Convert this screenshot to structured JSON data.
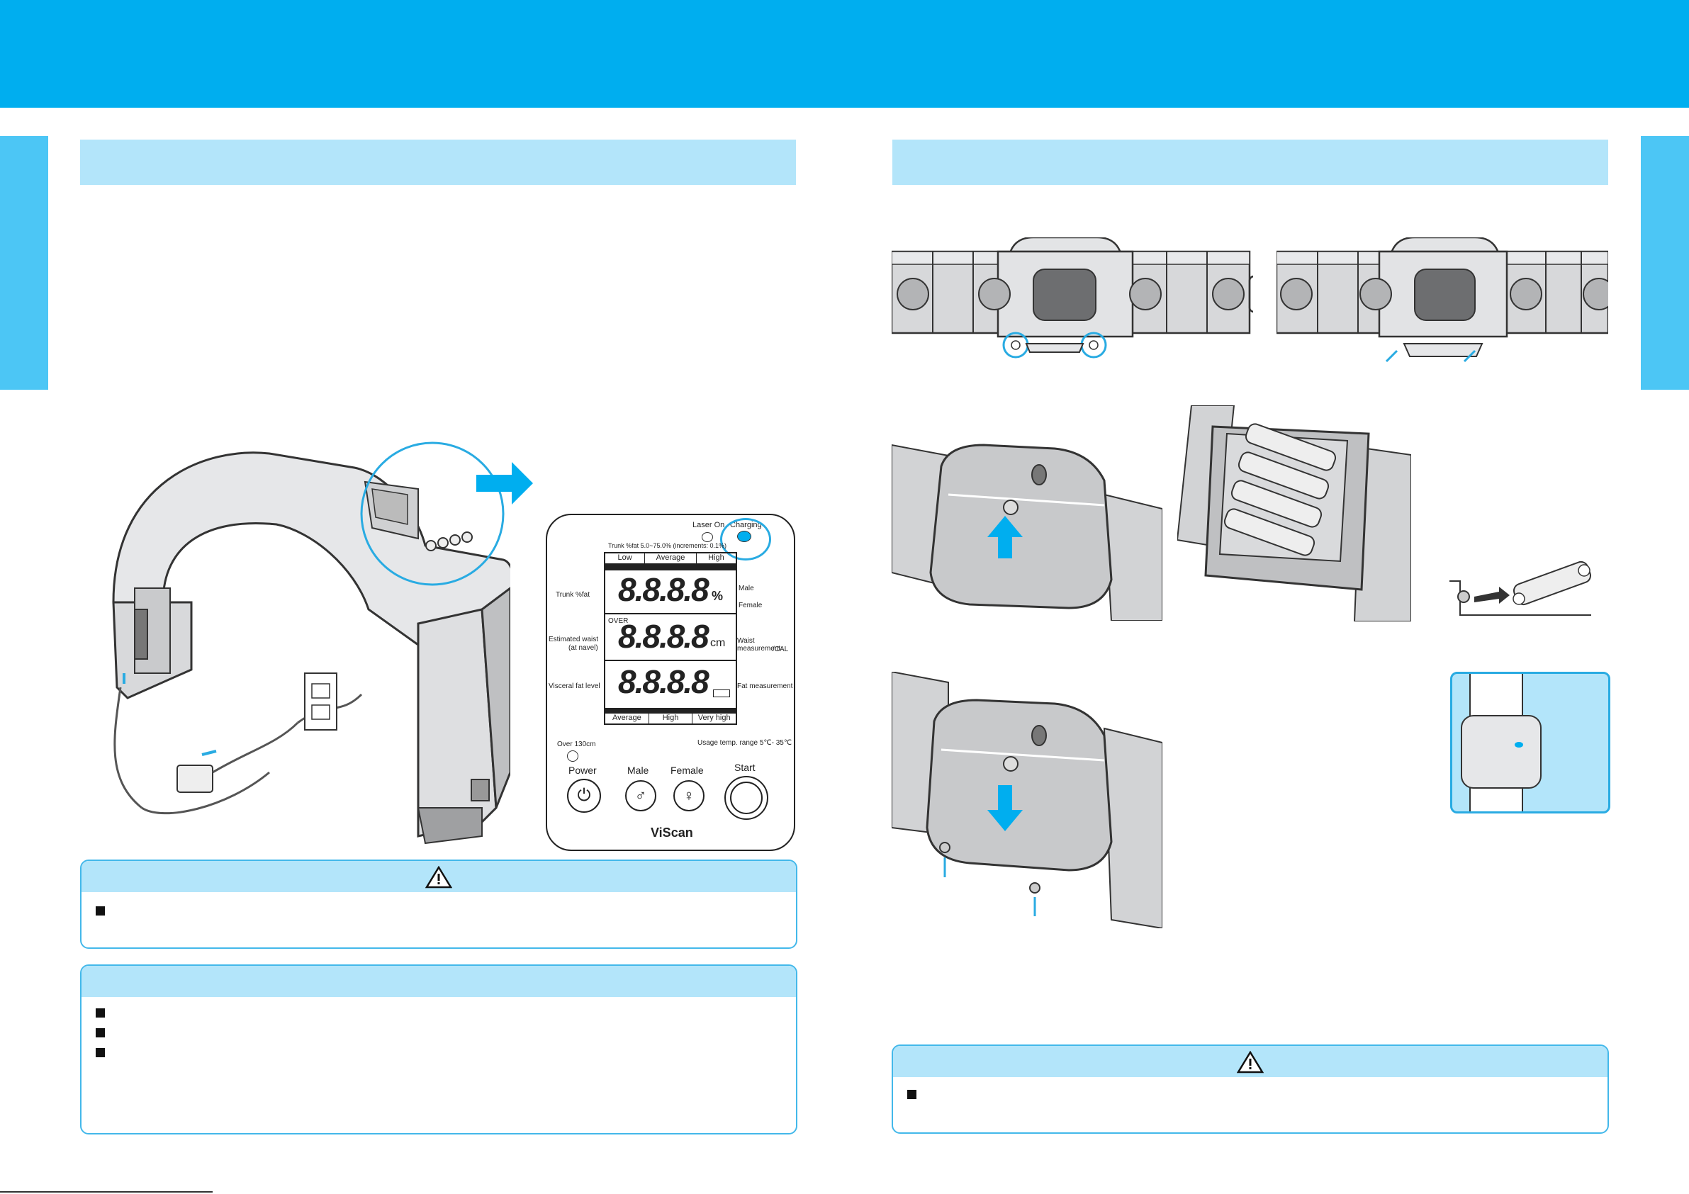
{
  "panel": {
    "laser_on": "Laser On",
    "charging": "Charging",
    "range_note": "Trunk %fat 5.0~75.0% (increments: 0.1%)",
    "top_scale": [
      "Low",
      "Average",
      "High"
    ],
    "bottom_scale": [
      "Average",
      "High",
      "Very high"
    ],
    "left_labels": [
      "Trunk %fat",
      "Estimated waist",
      "(at navel)",
      "Visceral fat level"
    ],
    "right_labels": [
      "Male",
      "Female",
      "Waist measurement",
      "/CAL",
      "Fat measurement"
    ],
    "digits": [
      "8.8.8.8",
      "8.8.8.8",
      "8.8.8.8"
    ],
    "units": [
      "%",
      "cm"
    ],
    "over_indicator": "OVER",
    "over_130": "Over 130cm",
    "usage_temp": "Usage temp. range 5℃- 35℃",
    "buttons": [
      "Power",
      "Male",
      "Female",
      "Start"
    ],
    "brand": "ViScan"
  },
  "colors": {
    "brand_blue": "#00aeef",
    "light_blue": "#b3e5fa",
    "tab_blue": "#4cc6f5"
  },
  "icons": [
    "warning-icon",
    "power-icon",
    "male-icon",
    "female-icon",
    "arrow-right-icon",
    "arrow-up-icon",
    "arrow-down-icon"
  ]
}
